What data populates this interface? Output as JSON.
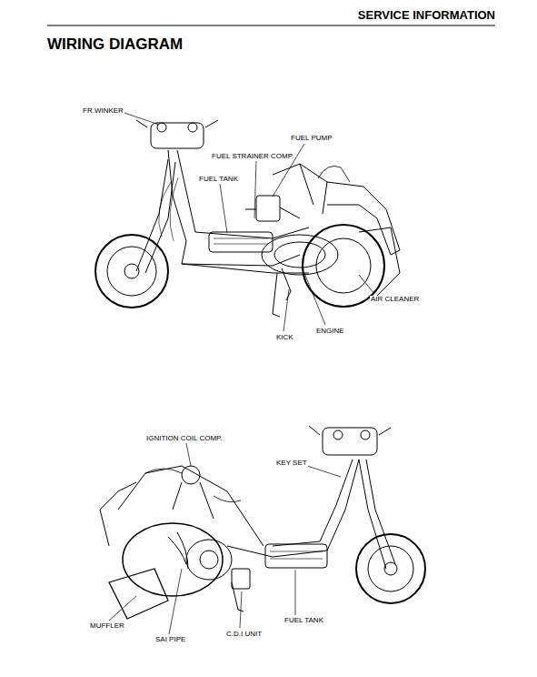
{
  "diagram": {
    "title": "WIRING DIAGRAM",
    "labels": [
      "SERVICE INFORMATION",
      "FR.WINKER",
      "FUEL PUMP",
      "FUEL STRAINER COMP.",
      "FUEL TANK",
      "AIR CLEANER",
      "ENGINE",
      "KICK",
      "IGNITION COIL COMP.",
      "KEY SET",
      "MUFFLER",
      "SAI PIPE",
      "C.D.I UNIT",
      "FUEL TANK"
    ]
  }
}
